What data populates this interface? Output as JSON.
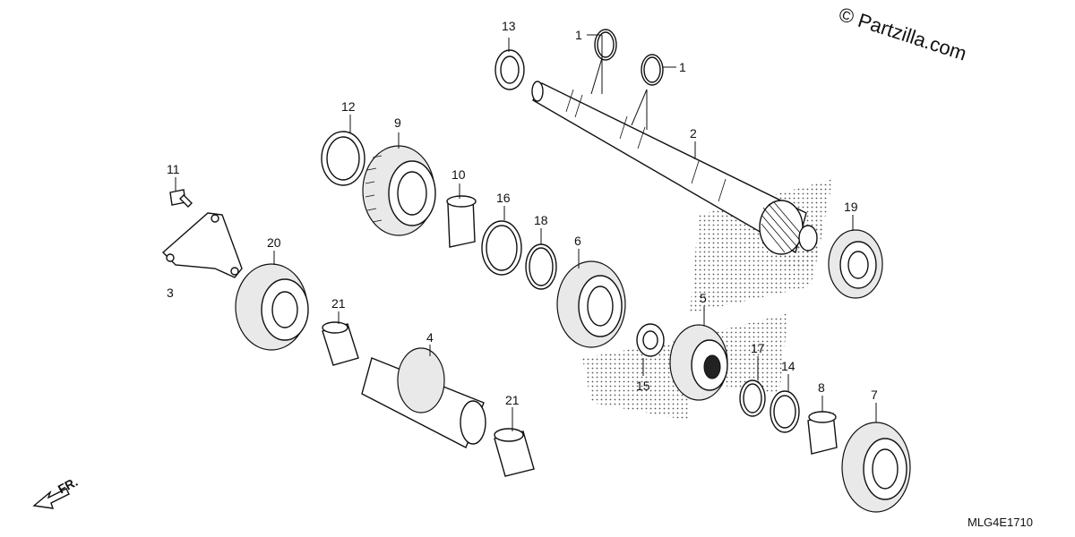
{
  "watermark": "© Partzilla.com",
  "diagram_code": "MLG4E1710",
  "direction_label": "FR.",
  "callouts": {
    "c1a": "1",
    "c1b": "1",
    "c2": "2",
    "c3": "3",
    "c4": "4",
    "c5": "5",
    "c6": "6",
    "c7": "7",
    "c8": "8",
    "c9": "9",
    "c10": "10",
    "c11": "11",
    "c12": "12",
    "c13": "13",
    "c14": "14",
    "c15": "15",
    "c16": "16",
    "c17": "17",
    "c18": "18",
    "c19": "19",
    "c20": "20",
    "c21a": "21",
    "c21b": "21"
  }
}
